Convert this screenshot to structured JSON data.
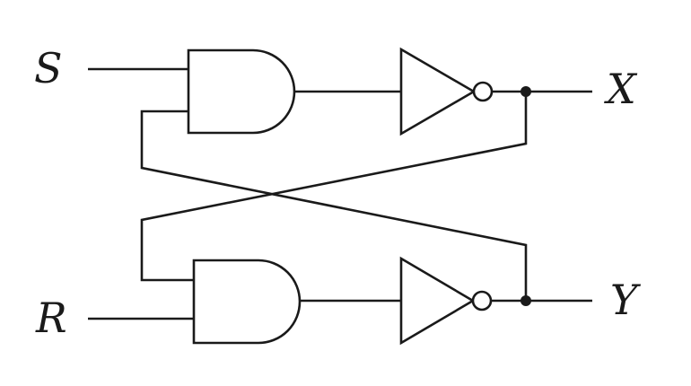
{
  "diagram": {
    "type": "circuit",
    "inputs": {
      "top": "S",
      "bottom": "R"
    },
    "outputs": {
      "top": "X",
      "bottom": "Y"
    },
    "gates": [
      {
        "id": "and-top",
        "kind": "AND",
        "inputs": [
          "S",
          "Y"
        ]
      },
      {
        "id": "not-top",
        "kind": "NOT",
        "output": "X"
      },
      {
        "id": "and-bottom",
        "kind": "AND",
        "inputs": [
          "X",
          "R"
        ]
      },
      {
        "id": "not-bottom",
        "kind": "NOT",
        "output": "Y"
      }
    ],
    "feedback": "cross-coupled"
  }
}
